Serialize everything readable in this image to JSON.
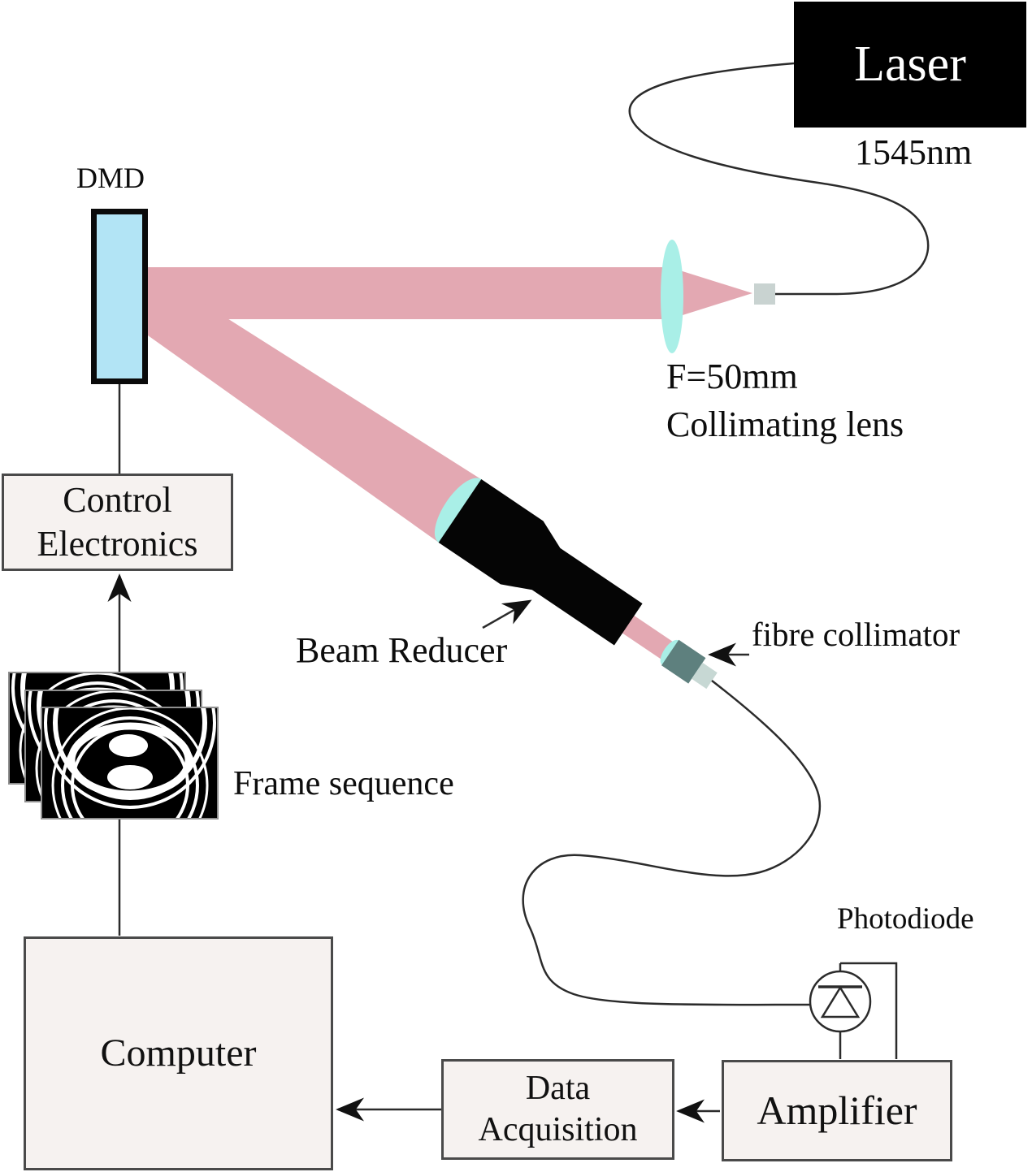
{
  "diagram": {
    "title_hint": "single-pixel imaging optical setup",
    "labels": {
      "laser": "Laser",
      "wavelength": "1545nm",
      "dmd": "DMD",
      "lens_line1": "F=50mm",
      "lens_line2": "Collimating lens",
      "control_line1": "Control",
      "control_line2": "Electronics",
      "beam_reducer": "Beam Reducer",
      "fibre_collimator": "fibre collimator",
      "frame_sequence": "Frame sequence",
      "photodiode": "Photodiode",
      "computer": "Computer",
      "daq_line1": "Data",
      "daq_line2": "Acquisition",
      "amplifier": "Amplifier"
    },
    "colors": {
      "beam_pink": "#e3a8b2",
      "dmd_fill": "#b2e4f5",
      "lens_cyan": "#a9efe7",
      "box_fill": "#f6f2f0",
      "box_border": "#4a4a4a",
      "collimator_body": "#5e807e",
      "collimator_tip": "#c7d8d4",
      "fiber_tip": "#c9d3d1",
      "wire": "#2b2b2b",
      "pattern_white": "#ffffff"
    }
  }
}
